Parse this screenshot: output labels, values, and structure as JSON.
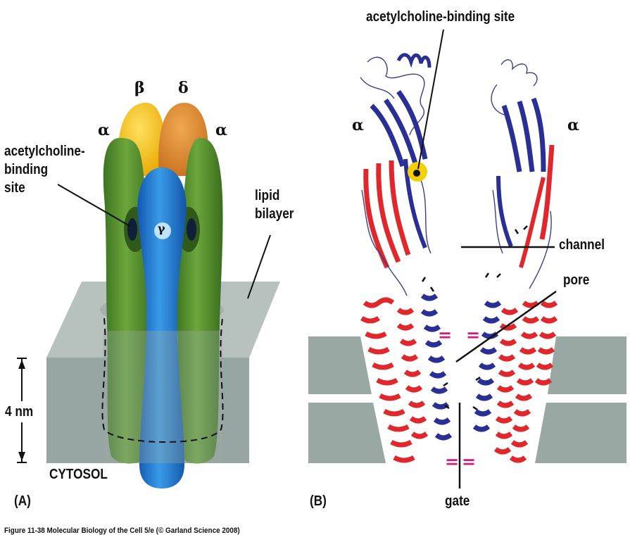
{
  "panel_a": {
    "letter": "(A)",
    "subunits": {
      "beta": "β",
      "delta": "δ",
      "alpha_left": "α",
      "alpha_right": "α",
      "gamma": "γ"
    },
    "acetylcholine_site": [
      "acetylcholine-",
      "binding",
      "site"
    ],
    "lipid_bilayer": [
      "lipid",
      "bilayer"
    ],
    "scale": "4 nm",
    "cytosol": "CYTOSOL"
  },
  "panel_b": {
    "letter": "(B)",
    "acetylcholine_site": "acetylcholine-binding site",
    "alpha_left": "α",
    "alpha_right": "α",
    "channel": "channel",
    "pore": "pore",
    "gate": "gate"
  },
  "caption": "Figure 11-38  Molecular Biology of the Cell 5/e (© Garland Science 2008)",
  "colors": {
    "beta_yellow": "#f5c400",
    "delta_orange": "#de8a2a",
    "alpha_green": "#4f8f2a",
    "gamma_blue": "#1e78d0",
    "membrane_gray": "#9aa8a4",
    "helix_red": "#e0282c",
    "helix_blue": "#2a2f96",
    "charge_magenta": "#d4187c"
  }
}
